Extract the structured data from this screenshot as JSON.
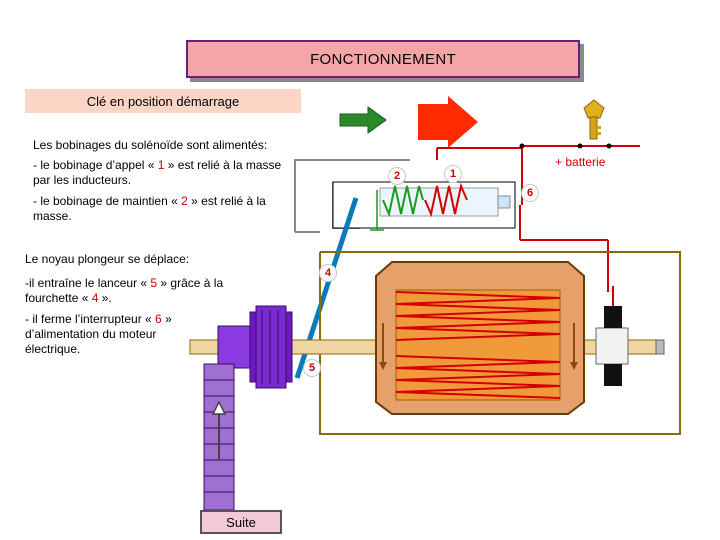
{
  "header": {
    "title": "FONCTIONNEMENT",
    "subtitle": "Clé en position démarrage"
  },
  "text": {
    "p1": "Les bobinages du solénoïde sont alimentés:",
    "p2_a": "- le bobinage d’appel « ",
    "p2_num": "1",
    "p2_b": " » est relié à la masse par les inducteurs.",
    "p3_a": "- le bobinage de maintien « ",
    "p3_num": "2",
    "p3_b": " » est relié à la masse.",
    "p4": "Le noyau plongeur se déplace:",
    "p5_a": "-il entraîne le lanceur « ",
    "p5_num": "5",
    "p5_b": " » grâce à la fourchette « ",
    "p5_num2": "4",
    "p5_c": " ».",
    "p6_a": "- il ferme l’interrupteur « ",
    "p6_num": "6",
    "p6_b": " » d’alimentation du moteur électrique."
  },
  "labels": {
    "battery": "+ batterie",
    "n1": "1",
    "n2": "2",
    "n4": "4",
    "n5": "5",
    "n6": "6"
  },
  "nav": {
    "suite_label": "Suite"
  },
  "colors": {
    "wire": "#cc0000",
    "frame": "#8a6a0a",
    "coil_green": "#1a9a1a",
    "coil_red": "#d40000",
    "pinion": "#7a2bd0",
    "motor": "#d08a4a",
    "arrow_green": "#2a8a2a",
    "arrow_red": "#ff2a00",
    "key": "#d6a21a"
  },
  "icons": {
    "green_arrow": "right-arrow-icon",
    "red_arrow": "right-arrow-icon",
    "key": "ignition-key-icon"
  }
}
